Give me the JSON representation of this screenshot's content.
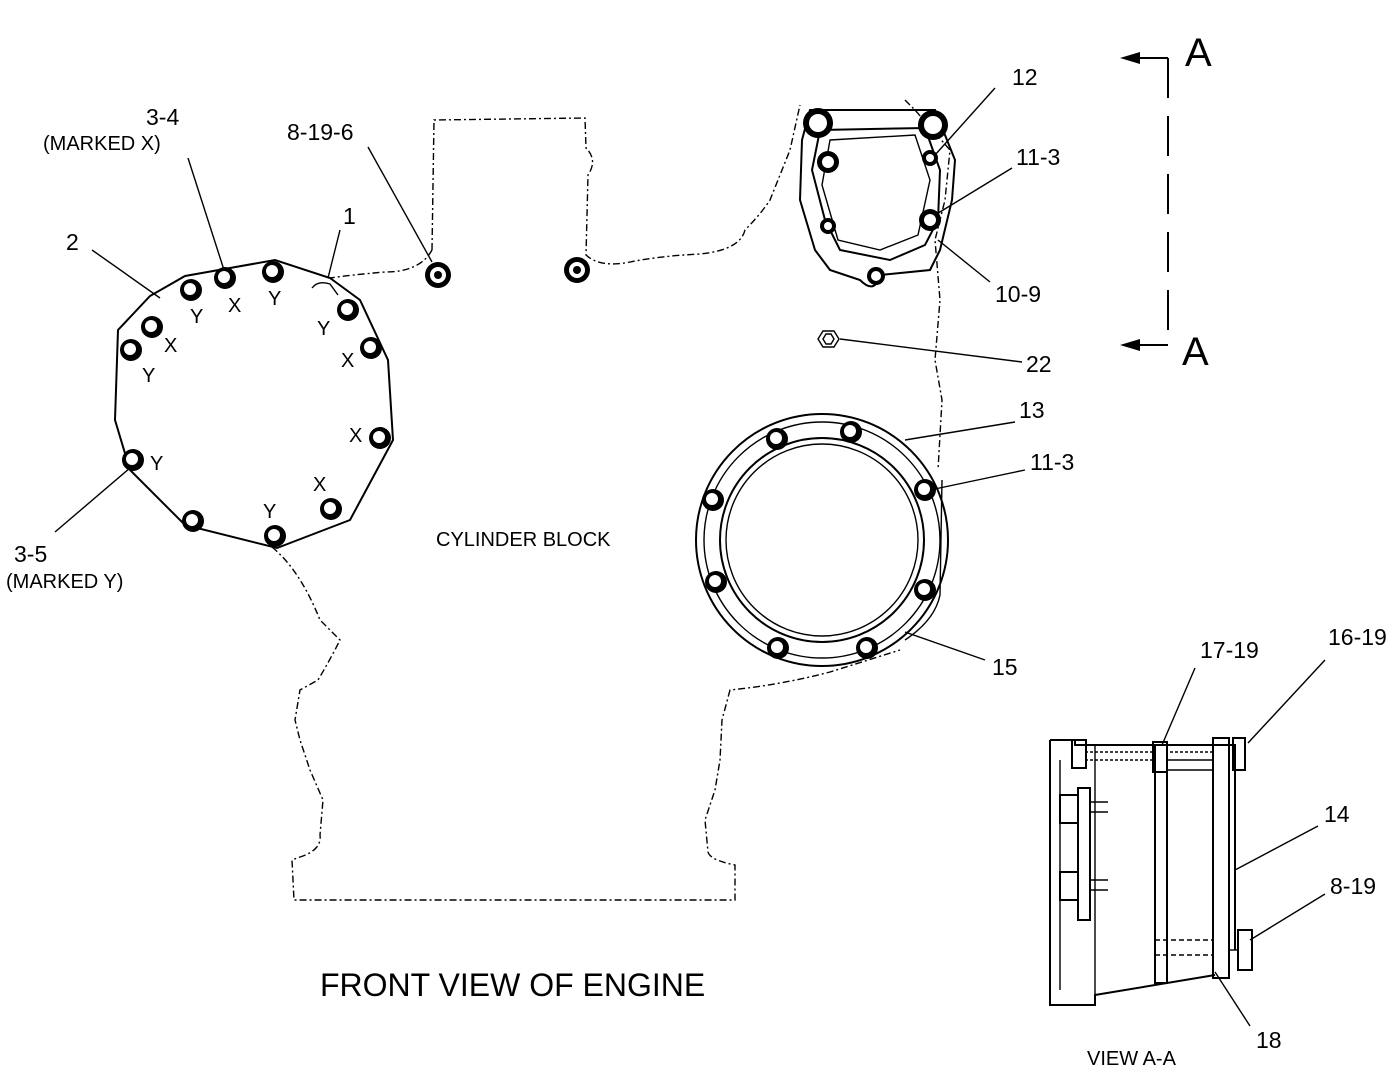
{
  "title": "FRONT VIEW OF ENGINE",
  "block_label": "CYLINDER BLOCK",
  "section_view_label": "VIEW A-A",
  "section_marker": "A",
  "callouts": {
    "c_3_4": "3-4",
    "c_3_4_note": "(MARKED X)",
    "c_3_5": "3-5",
    "c_3_5_note": "(MARKED Y)",
    "c_2": "2",
    "c_1": "1",
    "c_8_19_6": "8-19-6",
    "c_12": "12",
    "c_11_3_top": "11-3",
    "c_10_9": "10-9",
    "c_22": "22",
    "c_13": "13",
    "c_11_3_mid": "11-3",
    "c_15": "15",
    "c_17_19": "17-19",
    "c_16_19": "16-19",
    "c_14": "14",
    "c_8_19": "8-19",
    "c_18": "18"
  },
  "bolt_marks": {
    "x": "X",
    "y": "Y"
  }
}
